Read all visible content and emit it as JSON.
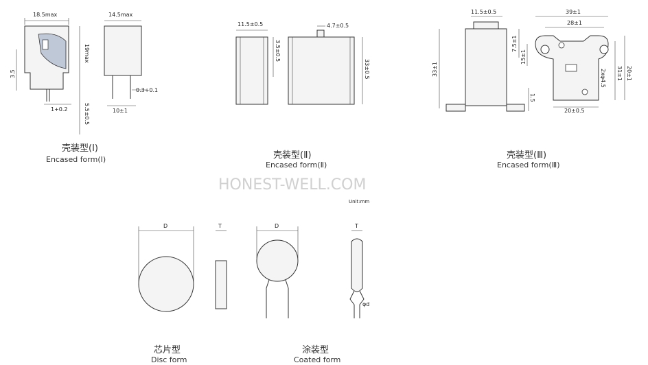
{
  "watermark": "HONEST-WELL.COM",
  "unit": "Unit:mm",
  "encased_1": {
    "title_cn": "壳装型(Ⅰ)",
    "title_en": "Encased form(Ⅰ)",
    "dims": {
      "width_front": "18.5max",
      "width_side": "14.5max",
      "height": "19max",
      "left_height": "3.5",
      "pin_pitch": "1+0.2",
      "lead_len": "5.5±0.5",
      "pin_thick": "0.3+0.1",
      "pin_span": "10±1"
    }
  },
  "encased_2": {
    "title_cn": "壳装型(Ⅱ)",
    "title_en": "Encased form(Ⅱ)",
    "dims": {
      "width_side": "11.5±0.5",
      "left_height": "3.5±0.5",
      "tab": "4.7±0.5",
      "height": "33±0.5"
    }
  },
  "encased_3": {
    "title_cn": "壳装型(Ⅲ)",
    "title_en": "Encased form(Ⅲ)",
    "dims": {
      "top_width": "11.5±0.5",
      "total_width": "39±1",
      "hole_span": "28±1",
      "tab_h": "7.5±1",
      "ear_h": "15±1",
      "height": "33±1",
      "holes": "2xφ4.5",
      "inner_h": "31±1",
      "side_h": "20±1",
      "base": "1.5",
      "bottom": "20±0.5"
    }
  },
  "disc": {
    "title_cn": "芯片型",
    "title_en": "Disc form",
    "dims": {
      "d": "D",
      "t": "T"
    }
  },
  "coated": {
    "title_cn": "涂装型",
    "title_en": "Coated form",
    "dims": {
      "d": "D",
      "t": "T",
      "lead": "φd"
    }
  }
}
